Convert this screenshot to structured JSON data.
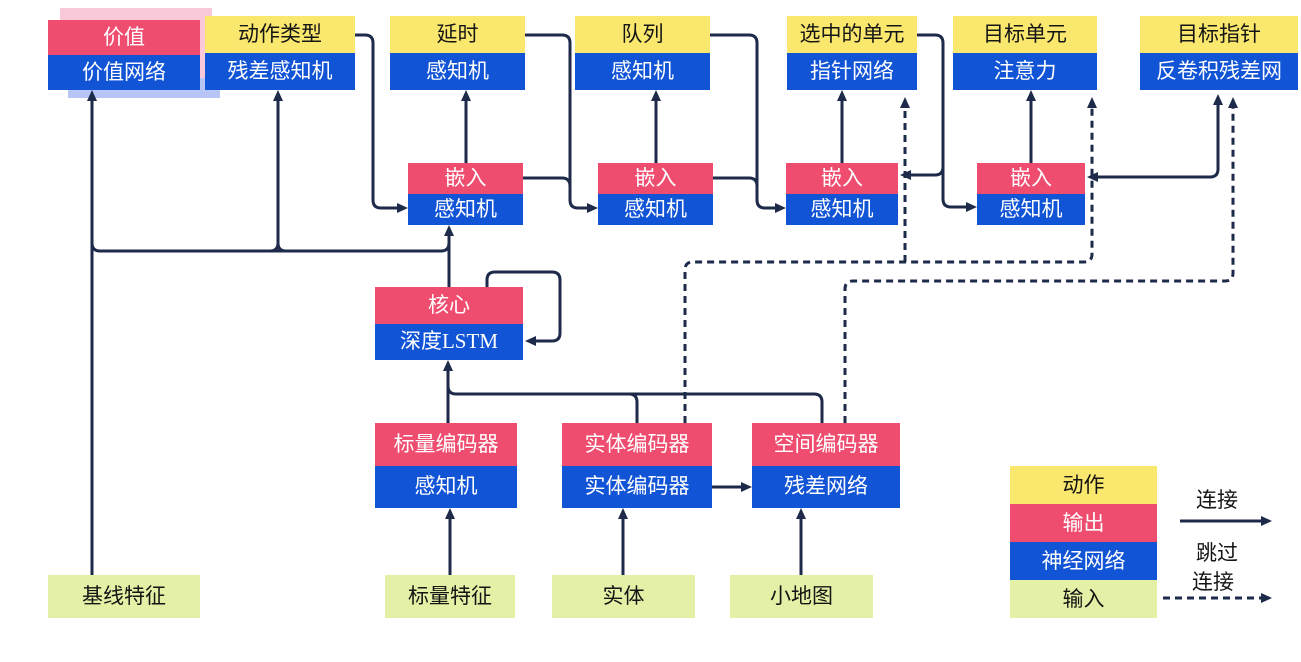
{
  "diagram": {
    "top_row": [
      {
        "id": "value",
        "top": "价值",
        "bottom": "价值网络",
        "top_type": "output"
      },
      {
        "id": "action-type",
        "top": "动作类型",
        "bottom": "残差感知机",
        "top_type": "action"
      },
      {
        "id": "delay",
        "top": "延时",
        "bottom": "感知机",
        "top_type": "action"
      },
      {
        "id": "queue",
        "top": "队列",
        "bottom": "感知机",
        "top_type": "action"
      },
      {
        "id": "selected-units",
        "top": "选中的单元",
        "bottom": "指针网络",
        "top_type": "action"
      },
      {
        "id": "target-unit",
        "top": "目标单元",
        "bottom": "注意力",
        "top_type": "action"
      },
      {
        "id": "target-pointer",
        "top": "目标指针",
        "bottom": "反卷积残差网",
        "top_type": "action"
      }
    ],
    "embed_row": [
      {
        "top": "嵌入",
        "bottom": "感知机"
      },
      {
        "top": "嵌入",
        "bottom": "感知机"
      },
      {
        "top": "嵌入",
        "bottom": "感知机"
      },
      {
        "top": "嵌入",
        "bottom": "感知机"
      }
    ],
    "core": {
      "top": "核心",
      "bottom": "深度LSTM"
    },
    "encoders": [
      {
        "top": "标量编码器",
        "bottom": "感知机"
      },
      {
        "top": "实体编码器",
        "bottom": "实体编码器"
      },
      {
        "top": "空间编码器",
        "bottom": "残差网络"
      }
    ],
    "inputs": [
      "基线特征",
      "标量特征",
      "实体",
      "小地图"
    ]
  },
  "legend": {
    "items": [
      {
        "label": "动作",
        "type": "action"
      },
      {
        "label": "输出",
        "type": "output"
      },
      {
        "label": "神经网络",
        "type": "network"
      },
      {
        "label": "输入",
        "type": "input"
      }
    ],
    "solid_label": "连接",
    "dashed_label_line1": "跳过",
    "dashed_label_line2": "连接"
  },
  "colors": {
    "action": "#F9E76E",
    "output": "#EF4D6F",
    "network": "#1254D6",
    "input": "#E4F0A6",
    "line": "#1E2A4A",
    "ghost_pink": "#F9C9D9",
    "ghost_blue": "#B7C6F7"
  }
}
